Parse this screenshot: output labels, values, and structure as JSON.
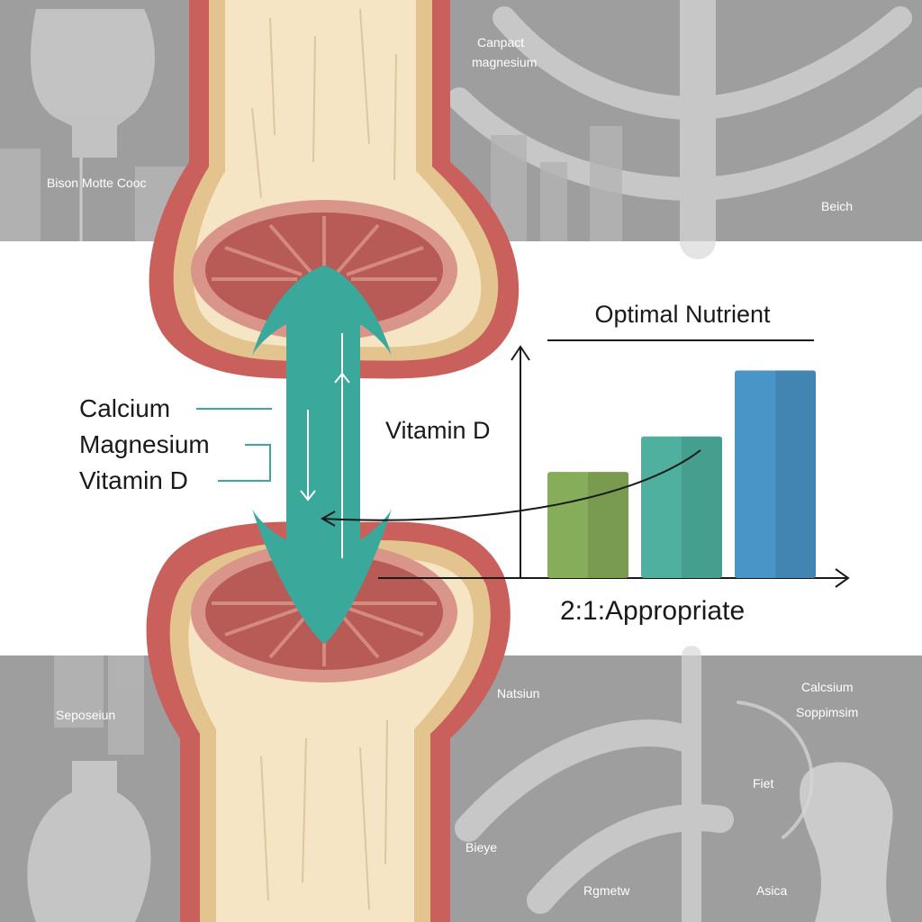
{
  "background_labels": {
    "compact_line1": "Canpact",
    "compact_line2": "magnesium",
    "top_left": "Bison Motte Cooc",
    "top_right": "Beich",
    "bottom_left": "Seposeiun",
    "bottom_mid": "Natsiun",
    "calcium_right": "Calcsium",
    "sopp": "Soppimsim",
    "fiet": "Fiet",
    "bieye": "Bieye",
    "rgmetw": "Rgmetw",
    "asica": "Asica"
  },
  "legend": {
    "calcium": "Calcium",
    "magnesium": "Magnesium",
    "vitamin_d": "Vitamin D"
  },
  "chart_data": {
    "type": "bar",
    "title": "Optimal Nutrient",
    "annotation": "Vitamin D",
    "xlabel": "2:1:Appropriate",
    "ylabel": "",
    "categories": [
      "",
      "",
      ""
    ],
    "values": [
      0.45,
      0.6,
      0.88
    ],
    "ylim": [
      0,
      1
    ],
    "colors": [
      "#86ad5a",
      "#4fb0a0",
      "#4a95c8"
    ]
  },
  "colors": {
    "arrow": "#3aa89a",
    "bone_outline": "#c25e5a",
    "bone_fill": "#f6e5c4",
    "marrow": "#b85a55"
  }
}
